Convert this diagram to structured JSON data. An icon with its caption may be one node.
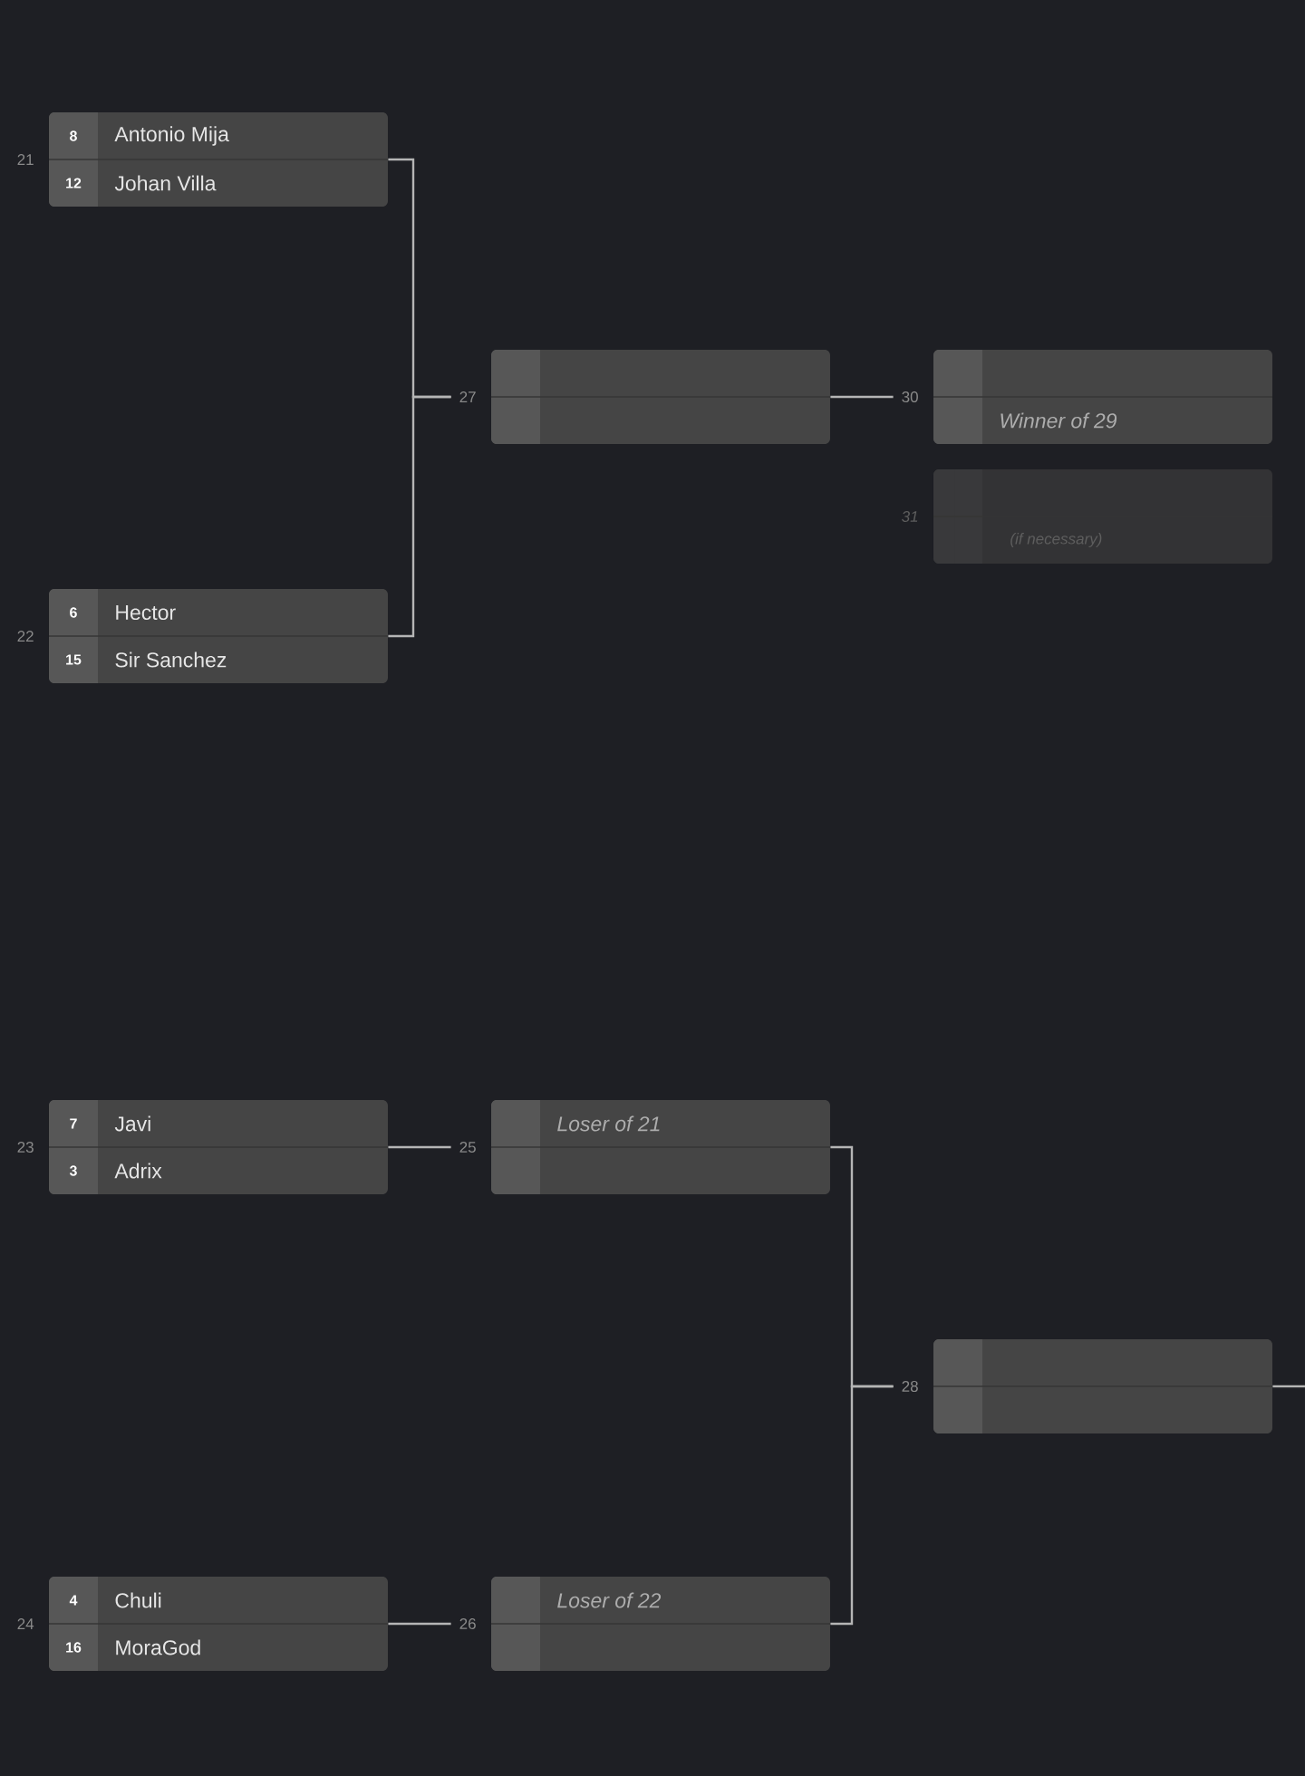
{
  "diagram": {
    "nodes": [
      {
        "text": [
          "8",
          "Antonio Mija",
          "12",
          "Johan Villa"
        ],
        "beside": [
          "21"
        ]
      },
      {
        "text": [
          "6",
          "Hector",
          "15",
          "Sir Sanchez"
        ],
        "beside": [
          "22"
        ]
      },
      {
        "text": [],
        "shape": "box",
        "beside": [
          "27"
        ]
      },
      {
        "text": [
          "Winner of 29"
        ],
        "beside": [
          "30"
        ]
      },
      {
        "text": [
          "(if necessary)"
        ],
        "beside": [
          "31"
        ]
      },
      {
        "text": [
          "7",
          "Javi",
          "3",
          "Adrix"
        ],
        "beside": [
          "23"
        ]
      },
      {
        "text": [
          "4",
          "Chuli",
          "16",
          "MoraGod"
        ],
        "beside": [
          "24"
        ]
      },
      {
        "text": [
          "Loser of 21"
        ],
        "beside": [
          "25"
        ]
      },
      {
        "text": [
          "Loser of 22"
        ],
        "beside": [
          "26"
        ]
      },
      {
        "text": [],
        "shape": "box",
        "beside": [
          "28"
        ]
      }
    ],
    "edges": [
      {
        "from": 0,
        "to": 2,
        "arrow": "none"
      },
      {
        "from": 1,
        "to": 2,
        "arrow": "none"
      },
      {
        "from": 2,
        "to": 3,
        "arrow": "none"
      },
      {
        "from": 5,
        "to": 7,
        "arrow": "none"
      },
      {
        "from": 6,
        "to": 8,
        "arrow": "none"
      },
      {
        "from": 7,
        "to": 9,
        "arrow": "none"
      },
      {
        "from": 8,
        "to": 9,
        "arrow": "none"
      },
      {
        "from": 9,
        "to": null,
        "arrow": "none"
      }
    ]
  }
}
